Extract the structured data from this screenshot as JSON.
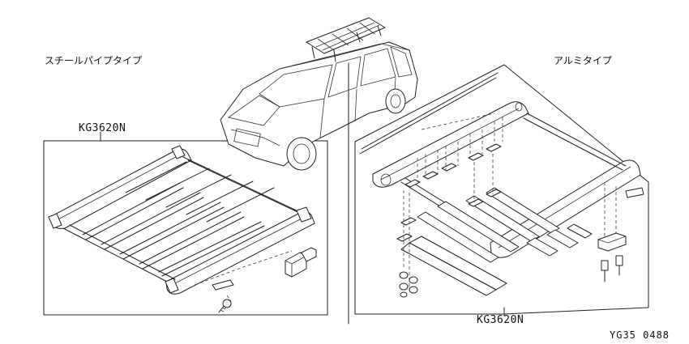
{
  "labels": {
    "steel_type": "スチールパイプタイプ",
    "alum_type": "アルミタイプ",
    "left_part": "KG3620N",
    "right_part": "KG3620N",
    "drawing_code": "YG35 0488"
  }
}
